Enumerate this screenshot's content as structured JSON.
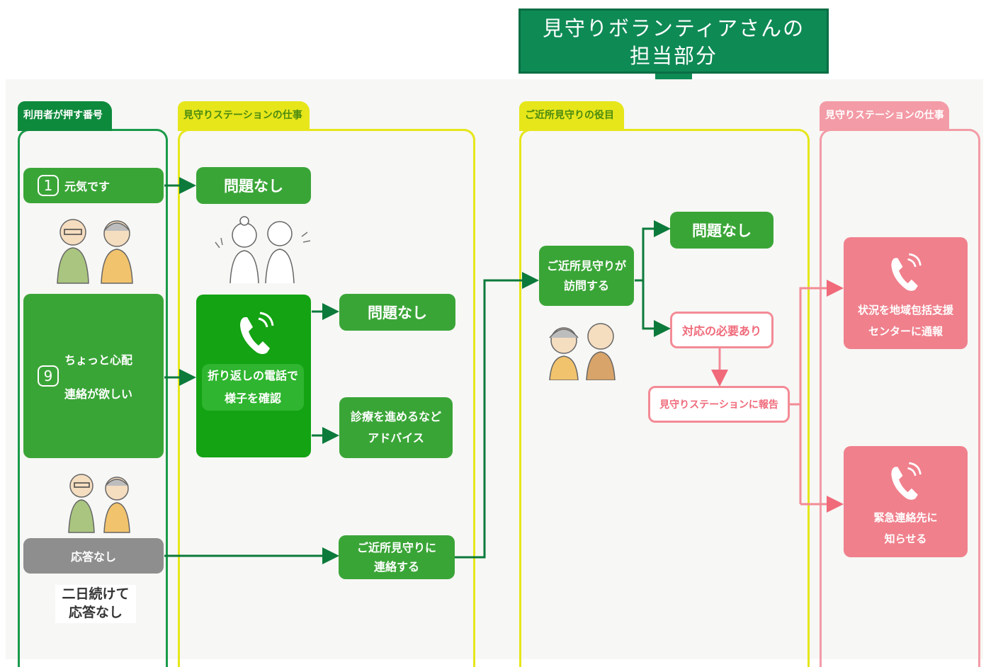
{
  "banner": {
    "line1": "見守りボランティアさんの",
    "line2": "担当部分"
  },
  "sections": {
    "user": "利用者が押す番号",
    "station1": "見守りステーションの仕事",
    "neighbor": "ご近所見守りの役目",
    "station2": "見守りステーションの仕事"
  },
  "user_column": {
    "option1": {
      "number": "1",
      "label": "元気です"
    },
    "option9": {
      "number": "9",
      "label1": "ちょっと心配",
      "label2": "連絡が欲しい"
    },
    "no_answer": "応答なし",
    "two_days": "二日続けて\n応答なし"
  },
  "station_column": {
    "ok_top": "問題なし",
    "callback": "折り返しの電話で\n様子を確認",
    "ok_mid": "問題なし",
    "advice": "診療を進めるなど\nアドバイス",
    "contact_neighbor": "ご近所見守りに\n連絡する"
  },
  "neighbor_column": {
    "visit": "ご近所見守りが\n訪問する",
    "ok": "問題なし",
    "need_action": "対応の必要あり",
    "report": "見守りステーションに報告"
  },
  "station2_column": {
    "notify_center": "状況を地域包括支援\nセンターに通報",
    "notify_emergency": "緊急連絡先に\n知らせる"
  },
  "icons": [
    "phone-icon",
    "elderly-couple-illustration"
  ],
  "colors": {
    "green": "#3aa537",
    "dark_green": "#0b7a3b",
    "yellow": "#e6e61a",
    "pink": "#f0808c",
    "grey": "#8e8e8e"
  }
}
